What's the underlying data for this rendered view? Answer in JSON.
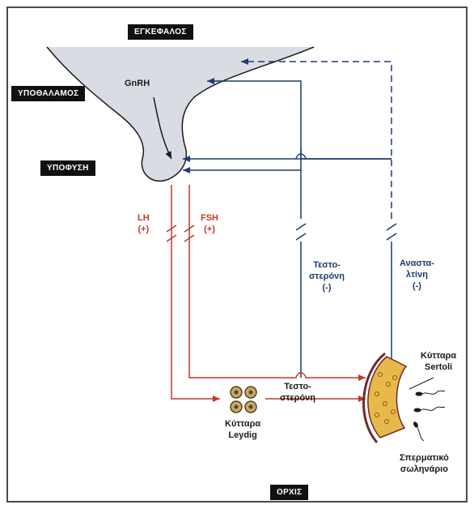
{
  "labels": {
    "brain": "ΕΓΚΕΦΑΛΟΣ",
    "hypothalamus": "ΥΠΟΘΑΛΑΜΟΣ",
    "pituitary": "ΥΠΟΦΥΣΗ",
    "testis": "ΟΡΧΙΣ",
    "gnrh": "GnRH",
    "lh": "LH",
    "lh_sign": "(+)",
    "fsh": "FSH",
    "fsh_sign": "(+)",
    "testosterone_fb_line1": "Τεστο-",
    "testosterone_fb_line2": "στερόνη",
    "testosterone_fb_sign": "(-)",
    "inhibin_line1": "Αναστα-",
    "inhibin_line2": "λτίνη",
    "inhibin_sign": "(-)",
    "sertoli_line1": "Κύτταρα",
    "sertoli_line2": "Sertoli",
    "leydig_line1": "Κύτταρα",
    "leydig_line2": "Leydig",
    "testosterone_local_line1": "Τεστο-",
    "testosterone_local_line2": "στερόνη",
    "tubule_line1": "Σπερματικό",
    "tubule_line2": "σωληνάριο"
  },
  "colors": {
    "stimulatory": "#c0392b",
    "inhibitory": "#1f3a6e",
    "brain_fill": "#d9dde3",
    "cell_fill": "#c8a96a",
    "tubule_fill": "#e8b94a"
  }
}
